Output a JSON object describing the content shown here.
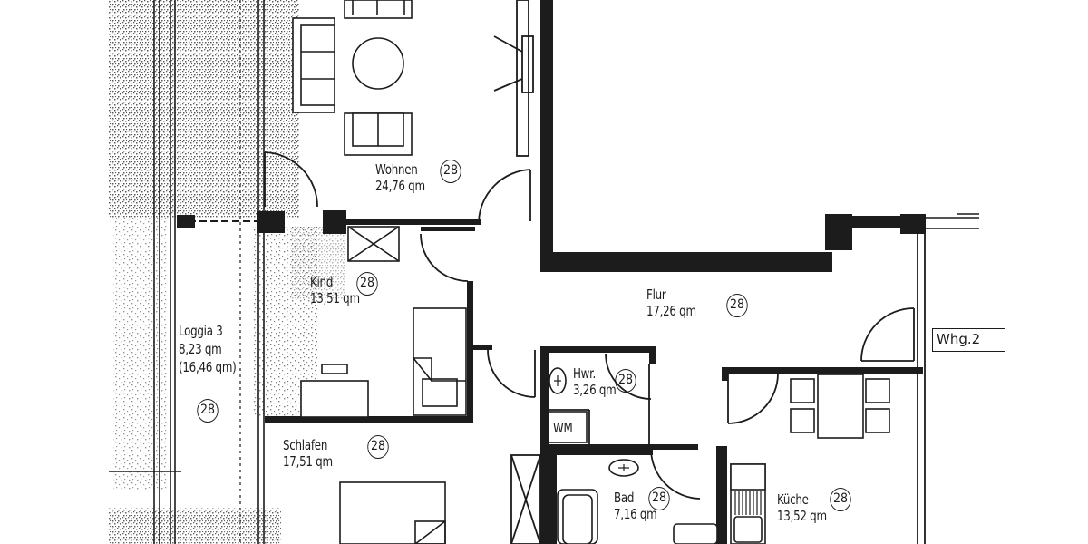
{
  "plan": {
    "type": "apartment floor plan (scanned)",
    "apartment_ref_label": "Whg.2",
    "unit_badge": "28",
    "area_unit": "qm",
    "colors": {
      "ink": "#1c1c1c",
      "paper": "#ffffff",
      "wall_fill": "#1c1c1c"
    }
  },
  "rooms": [
    {
      "id": "wohnen",
      "name": "Wohnen",
      "area": "24,76 qm",
      "badge": "28"
    },
    {
      "id": "kind",
      "name": "Kind",
      "area": "13,51 qm",
      "badge": "28"
    },
    {
      "id": "loggia",
      "name": "Loggia 3",
      "area": "8,23 qm",
      "area_note": "(16,46 qm)",
      "badge": "28"
    },
    {
      "id": "flur",
      "name": "Flur",
      "area": "17,26 qm",
      "badge": "28"
    },
    {
      "id": "hwr",
      "name": "Hwr.",
      "area": "3,26 qm",
      "badge": "28"
    },
    {
      "id": "schlafen",
      "name": "Schlafen",
      "area": "17,51 qm",
      "badge": "28"
    },
    {
      "id": "bad",
      "name": "Bad",
      "area": "7,16 qm",
      "badge": "28"
    },
    {
      "id": "kueche",
      "name": "Küche",
      "area": "13,52 qm",
      "badge": "28"
    }
  ],
  "fixtures": {
    "washing_machine": "WM"
  }
}
